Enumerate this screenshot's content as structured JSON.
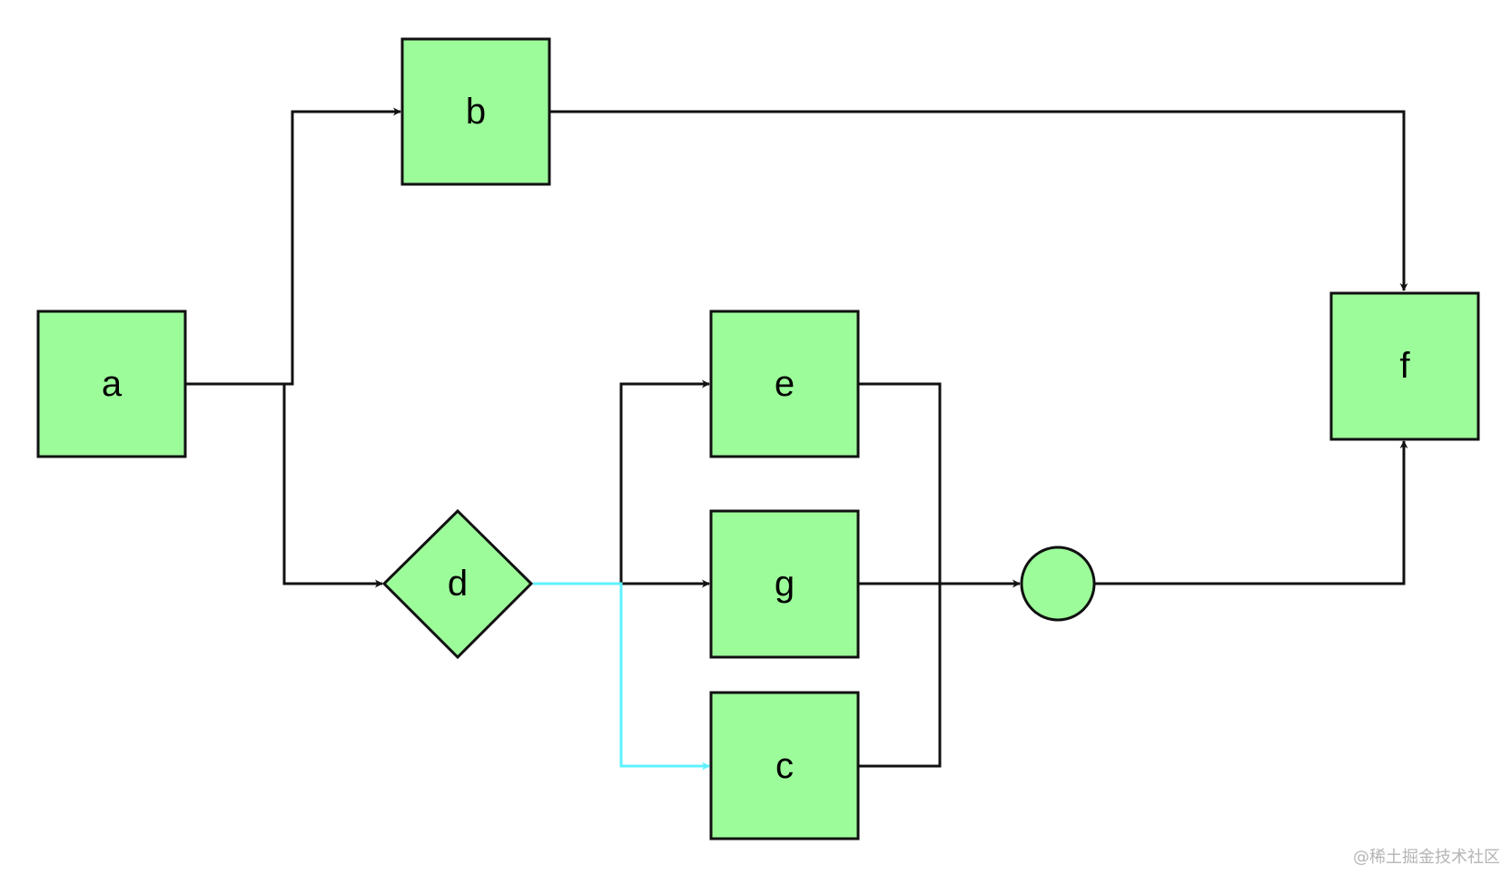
{
  "diagram": {
    "nodes": {
      "a": {
        "label": "a",
        "shape": "rectangle"
      },
      "b": {
        "label": "b",
        "shape": "rectangle"
      },
      "d": {
        "label": "d",
        "shape": "diamond"
      },
      "e": {
        "label": "e",
        "shape": "rectangle"
      },
      "g": {
        "label": "g",
        "shape": "rectangle"
      },
      "c": {
        "label": "c",
        "shape": "rectangle"
      },
      "f": {
        "label": "f",
        "shape": "rectangle"
      },
      "merge": {
        "label": "",
        "shape": "circle"
      }
    },
    "edges": [
      {
        "from": "a",
        "to": "b",
        "color": "#000000"
      },
      {
        "from": "a",
        "to": "d",
        "color": "#000000"
      },
      {
        "from": "d",
        "to": "e",
        "color": "#000000"
      },
      {
        "from": "d",
        "to": "g",
        "color": "#000000"
      },
      {
        "from": "d",
        "to": "c",
        "color": "#5ef2ff"
      },
      {
        "from": "e",
        "to": "merge",
        "color": "#000000"
      },
      {
        "from": "g",
        "to": "merge",
        "color": "#000000"
      },
      {
        "from": "c",
        "to": "merge",
        "color": "#000000"
      },
      {
        "from": "b",
        "to": "f",
        "color": "#000000"
      },
      {
        "from": "merge",
        "to": "f",
        "color": "#000000"
      }
    ]
  },
  "colors": {
    "node_fill": "#9dfc9a",
    "stroke": "#111111",
    "highlight_edge": "#5ef2ff",
    "background": "#ffffff"
  },
  "watermark": "@稀土掘金技术社区"
}
